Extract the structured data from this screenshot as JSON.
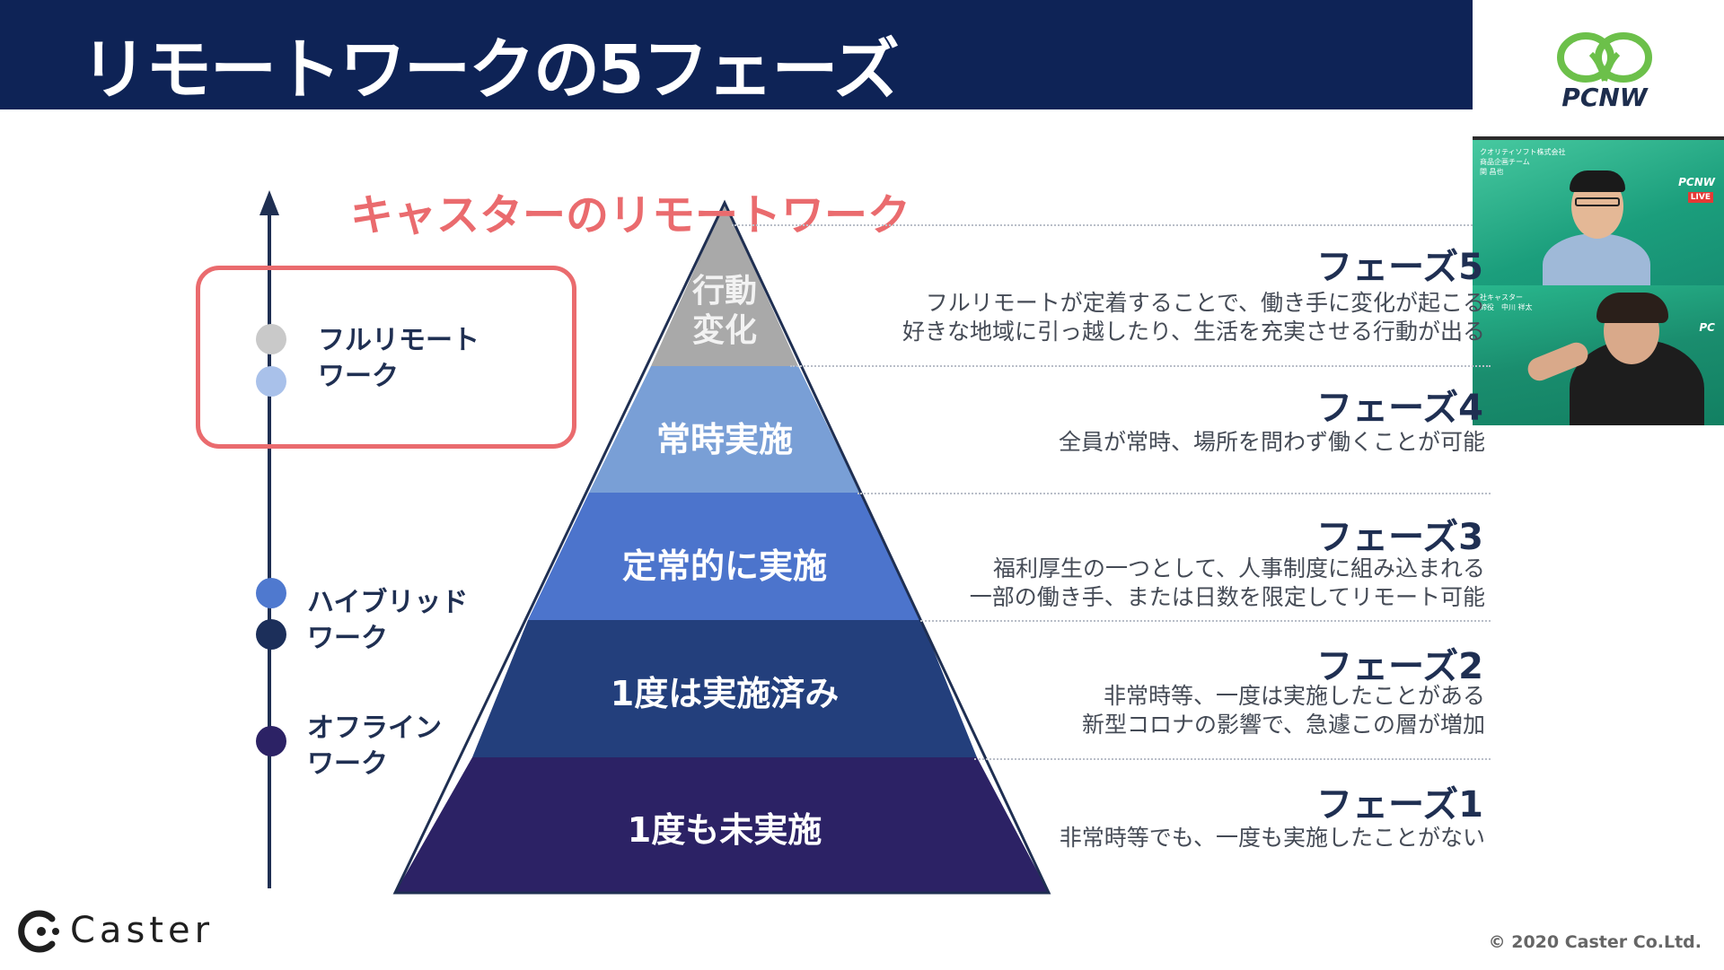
{
  "slide": {
    "title": "リモートワークの5フェーズ",
    "copyright": "© 2020 Caster Co.Ltd."
  },
  "branding": {
    "pcnw_logo_text": "PCNW",
    "caster_logo_text": "Caster"
  },
  "video_tiles": [
    {
      "caption": "クオリティソフト株式会社\n商品企画チーム\n関 昌也",
      "logo_text": "PCNW",
      "live_label": "LIVE"
    },
    {
      "caption": "社キャスター\n締役　中川 祥太",
      "logo_text": "PC",
      "live_label": ""
    }
  ],
  "pyramid": {
    "title": "キャスターのリモートワーク",
    "layers": [
      {
        "label": "行動\n変化",
        "color": "#a9a9a9"
      },
      {
        "label": "常時実施",
        "color": "#799fd6"
      },
      {
        "label": "定常的に実施",
        "color": "#4c74cc"
      },
      {
        "label": "1度は実施済み",
        "color": "#233f7c"
      },
      {
        "label": "1度も未実施",
        "color": "#2c2265"
      }
    ]
  },
  "timeline": {
    "labels": [
      {
        "text": "フルリモート\nワーク"
      },
      {
        "text": "ハイブリッド\nワーク"
      },
      {
        "text": "オフライン\nワーク"
      }
    ],
    "dot_colors": [
      "#c9c9c9",
      "#a9c1ea",
      "#4f79cf",
      "#1c2f5a",
      "#2c2265"
    ],
    "highlight_color": "#ea6b6e"
  },
  "phases": [
    {
      "name": "フェーズ5",
      "desc": "フルリモートが定着することで、働き手に変化が起こる\n好きな地域に引っ越したり、生活を充実させる行動が出る"
    },
    {
      "name": "フェーズ4",
      "desc": "全員が常時、場所を問わず働くことが可能"
    },
    {
      "name": "フェーズ3",
      "desc": "福利厚生の一つとして、人事制度に組み込まれる\n一部の働き手、または日数を限定してリモート可能"
    },
    {
      "name": "フェーズ2",
      "desc": "非常時等、一度は実施したことがある\n新型コロナの影響で、急遽この層が増加"
    },
    {
      "name": "フェーズ1",
      "desc": "非常時等でも、一度も実施したことがない"
    }
  ]
}
